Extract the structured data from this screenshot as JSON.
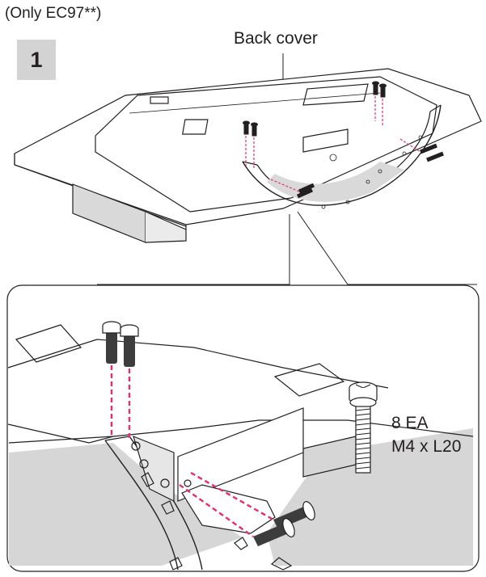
{
  "header": {
    "model_note": "(Only EC97**)"
  },
  "step": {
    "number": "1"
  },
  "labels": {
    "back_cover": "Back cover"
  },
  "screw": {
    "quantity": "8 EA",
    "spec": "M4 x L20"
  },
  "colors": {
    "guide_lines": "#e0306e",
    "stand_fill": "#c8c8c8",
    "outline": "#231f20"
  }
}
